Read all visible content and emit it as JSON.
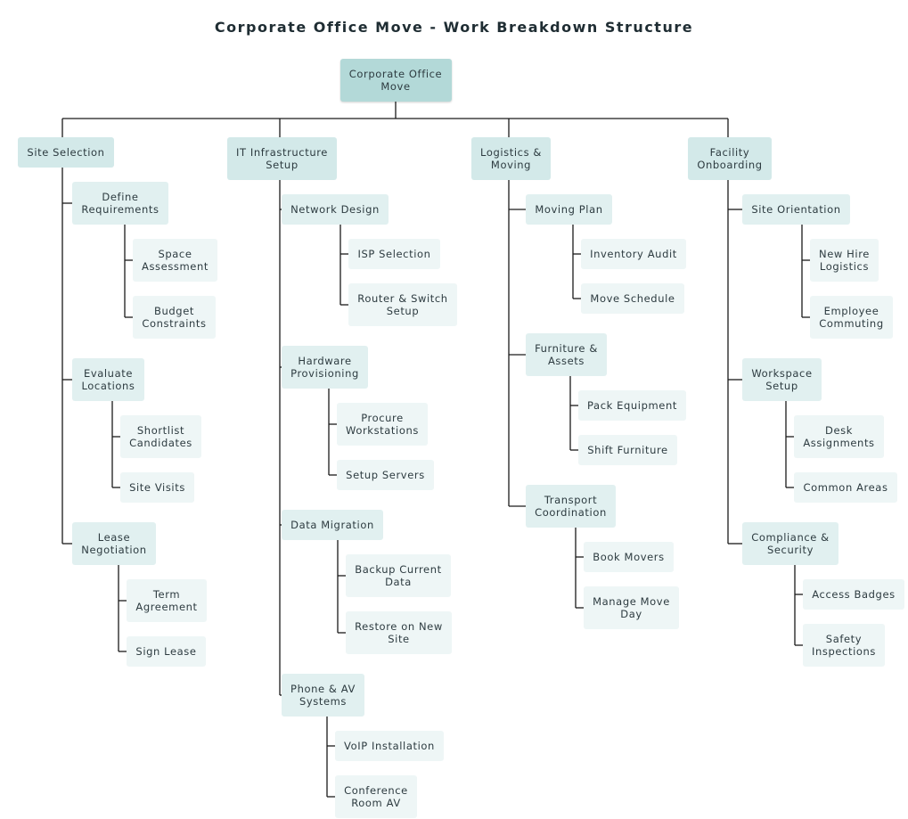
{
  "title": "Corporate Office Move - Work Breakdown Structure",
  "tree": {
    "label": "Corporate Office Move",
    "children": [
      {
        "label": "Site Selection",
        "children": [
          {
            "label": "Define Requirements",
            "children": [
              {
                "label": "Space Assessment"
              },
              {
                "label": "Budget Constraints"
              }
            ]
          },
          {
            "label": "Evaluate Locations",
            "children": [
              {
                "label": "Shortlist Candidates"
              },
              {
                "label": "Site Visits"
              }
            ]
          },
          {
            "label": "Lease Negotiation",
            "children": [
              {
                "label": "Term Agreement"
              },
              {
                "label": "Sign Lease"
              }
            ]
          }
        ]
      },
      {
        "label": "IT Infrastructure Setup",
        "children": [
          {
            "label": "Network Design",
            "children": [
              {
                "label": "ISP Selection"
              },
              {
                "label": "Router & Switch Setup"
              }
            ]
          },
          {
            "label": "Hardware Provisioning",
            "children": [
              {
                "label": "Procure Workstations"
              },
              {
                "label": "Setup Servers"
              }
            ]
          },
          {
            "label": "Data Migration",
            "children": [
              {
                "label": "Backup Current Data"
              },
              {
                "label": "Restore on New Site"
              }
            ]
          },
          {
            "label": "Phone & AV Systems",
            "children": [
              {
                "label": "VoIP Installation"
              },
              {
                "label": "Conference Room AV"
              }
            ]
          }
        ]
      },
      {
        "label": "Logistics & Moving",
        "children": [
          {
            "label": "Moving Plan",
            "children": [
              {
                "label": "Inventory Audit"
              },
              {
                "label": "Move Schedule"
              }
            ]
          },
          {
            "label": "Furniture & Assets",
            "children": [
              {
                "label": "Pack Equipment"
              },
              {
                "label": "Shift Furniture"
              }
            ]
          },
          {
            "label": "Transport Coordination",
            "children": [
              {
                "label": "Book Movers"
              },
              {
                "label": "Manage Move Day"
              }
            ]
          }
        ]
      },
      {
        "label": "Facility Onboarding",
        "children": [
          {
            "label": "Site Orientation",
            "children": [
              {
                "label": "New Hire Logistics"
              },
              {
                "label": "Employee Commuting"
              }
            ]
          },
          {
            "label": "Workspace Setup",
            "children": [
              {
                "label": "Desk Assignments"
              },
              {
                "label": "Common Areas"
              }
            ]
          },
          {
            "label": "Compliance & Security",
            "children": [
              {
                "label": "Access Badges"
              },
              {
                "label": "Safety Inspections"
              }
            ]
          }
        ]
      }
    ]
  }
}
